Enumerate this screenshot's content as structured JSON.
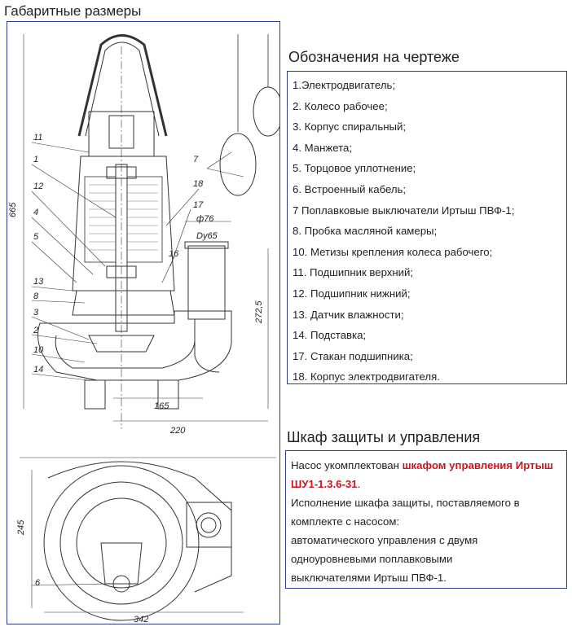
{
  "page": {
    "title": "Габаритные размеры"
  },
  "drawing": {
    "callouts": [
      "11",
      "1",
      "12",
      "4",
      "5",
      "13",
      "8",
      "3",
      "2",
      "10",
      "14",
      "7",
      "18",
      "17",
      "16",
      "6"
    ],
    "dimensions": {
      "height_total": "665",
      "height_outlet": "272,5",
      "width_1": "165",
      "width_2": "220",
      "outlet_diameter": "ф76",
      "outlet_dn": "Dy65",
      "plan_height": "245",
      "plan_width": "342"
    }
  },
  "legend": {
    "title": "Обозначения на чертеже",
    "items": [
      "1.Электродвигатель;",
      "2. Колесо рабочее;",
      "3. Корпус спиральный;",
      "4. Манжета;",
      "5. Торцовое уплотнение;",
      "6. Встроенный кабель;",
      "7 Поплавковые выключатели Иртыш ПВФ-1;",
      "8. Пробка масляной камеры;",
      "10. Метизы крепления колеса рабочего;",
      "11. Подшипник верхний;",
      "12. Подшипник нижний;",
      "13. Датчик влажности;",
      "14. Подставка;",
      "17. Стакан подшипника;",
      "18. Корпус электродвигателя."
    ]
  },
  "panel": {
    "title": "Шкаф защиты и управления",
    "intro": "Насос укомплектован ",
    "link": "шкафом управления Иртыш ШУ1-1.3.6-31",
    "after_link": ".",
    "lines": [
      "Исполнение шкафа защиты, поставляемого в",
      "комплекте с насосом:",
      "автоматического управления с двумя",
      "одноуровневыми поплавковыми",
      "выключателями Иртыш ПВФ-1."
    ]
  }
}
